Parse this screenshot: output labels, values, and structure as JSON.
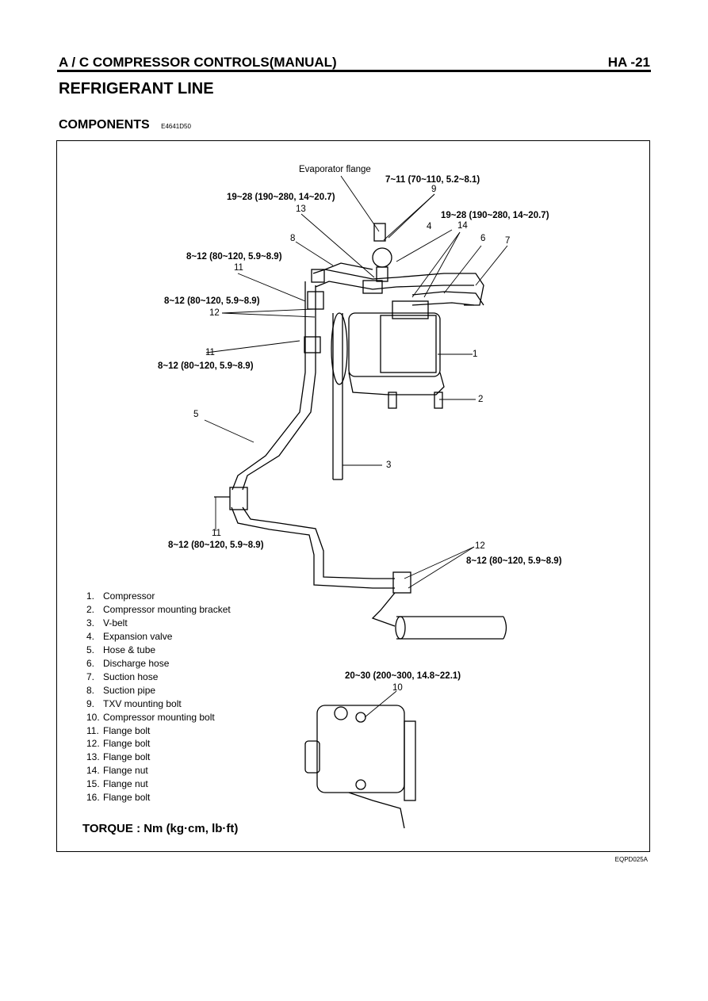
{
  "header": {
    "section": "A / C COMPRESSOR CONTROLS(MANUAL)",
    "page": "HA -21"
  },
  "title": "REFRIGERANT LINE",
  "subtitle": {
    "text": "COMPONENTS",
    "code": "E4641D50"
  },
  "callouts": {
    "evap_flange": "Evaporator flange",
    "t_7_11": "7~11 (70~110, 5.2~8.1)",
    "n9": "9",
    "t_19_28_a": "19~28 (190~280, 14~20.7)",
    "n13": "13",
    "t_19_28_b": "19~28 (190~280, 14~20.7)",
    "n4": "4",
    "n14": "14",
    "n6": "6",
    "n7": "7",
    "n8": "8",
    "t_8_12_a": "8~12 (80~120, 5.9~8.9)",
    "n11_a": "11",
    "t_8_12_b": "8~12 (80~120, 5.9~8.9)",
    "n12_a": "12",
    "n1": "1",
    "n11_b": "11",
    "t_8_12_c": "8~12 (80~120, 5.9~8.9)",
    "n2": "2",
    "n5": "5",
    "n3": "3",
    "n11_c": "11",
    "t_8_12_d": "8~12 (80~120, 5.9~8.9)",
    "n12_b": "12",
    "t_8_12_e": "8~12 (80~120, 5.9~8.9)",
    "t_20_30": "20~30 (200~300, 14.8~22.1)",
    "n10": "10"
  },
  "legend": [
    {
      "num": "1.",
      "text": "Compressor"
    },
    {
      "num": "2.",
      "text": "Compressor mounting bracket"
    },
    {
      "num": "3.",
      "text": "V-belt"
    },
    {
      "num": "4.",
      "text": "Expansion valve"
    },
    {
      "num": "5.",
      "text": "Hose & tube"
    },
    {
      "num": "6.",
      "text": "Discharge hose"
    },
    {
      "num": "7.",
      "text": "Suction hose"
    },
    {
      "num": "8.",
      "text": "Suction pipe"
    },
    {
      "num": "9.",
      "text": "TXV mounting bolt"
    },
    {
      "num": "10.",
      "text": "Compressor mounting bolt"
    },
    {
      "num": "11.",
      "text": "Flange bolt"
    },
    {
      "num": "12.",
      "text": "Flange bolt"
    },
    {
      "num": "13.",
      "text": "Flange bolt"
    },
    {
      "num": "14.",
      "text": "Flange nut"
    },
    {
      "num": "15.",
      "text": "Flange nut"
    },
    {
      "num": "16.",
      "text": "Flange bolt"
    }
  ],
  "torque_note": "TORQUE : Nm (kg·cm, lb·ft)",
  "figure_code": "EQPD025A"
}
